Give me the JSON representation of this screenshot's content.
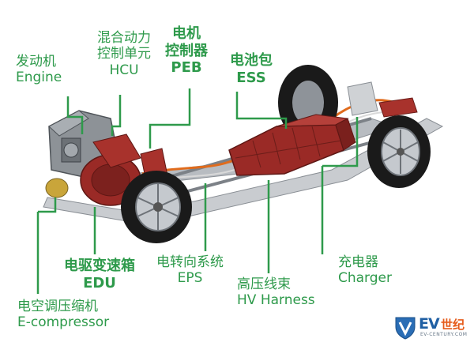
{
  "labels": {
    "engine": {
      "cn": "发动机",
      "en": "Engine"
    },
    "hcu": {
      "cn": "混合动力\n控制单元",
      "en": "HCU"
    },
    "peb": {
      "cn": "电机\n控制器",
      "en": "PEB"
    },
    "ess": {
      "cn": "电池包",
      "en": "ESS"
    },
    "edu": {
      "cn": "电驱变速箱",
      "en": "EDU"
    },
    "eps": {
      "cn": "电转向系统",
      "en": "EPS"
    },
    "hv_harness": {
      "cn": "高压线束",
      "en": "HV Harness"
    },
    "charger": {
      "cn": "充电器",
      "en": "Charger"
    },
    "e_compressor": {
      "cn": "电空调压缩机",
      "en": "E-compressor"
    }
  },
  "logo": {
    "brand": "EV",
    "brand_cn": "世纪",
    "site": "EV-CENTURY.COM"
  },
  "colors": {
    "label": "#2e9a4b",
    "leader": "#2e9a4b",
    "battery": "#9a2a26",
    "chassis": "#9aa0a6",
    "cable": "#e06b1c",
    "tire": "#1a1a1a"
  }
}
